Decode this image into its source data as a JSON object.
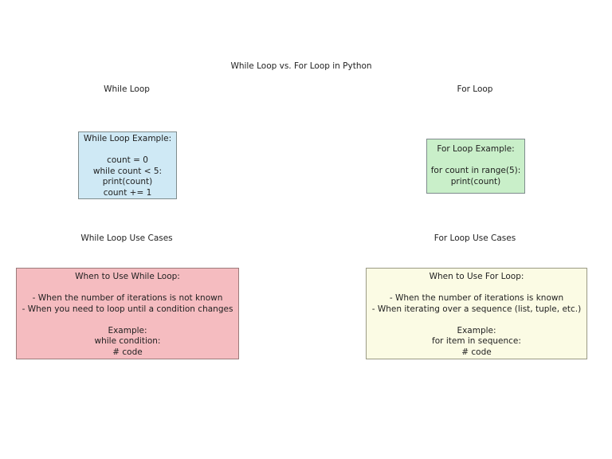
{
  "page": {
    "background": "#ffffff",
    "text_color": "#1f1f1f"
  },
  "title": "While Loop vs. For Loop in Python",
  "columns": {
    "while": {
      "header": "While Loop",
      "use_cases_header": "While Loop Use Cases"
    },
    "for": {
      "header": "For Loop",
      "use_cases_header": "For Loop Use Cases"
    }
  },
  "boxes": {
    "while_example": {
      "fill": "#cfe9f5",
      "border": "#7f8c8d",
      "lines": [
        "While Loop Example:",
        "",
        "count = 0",
        "while count < 5:",
        "print(count)",
        "count += 1"
      ]
    },
    "for_example": {
      "fill": "#c9efc9",
      "border": "#7f8c8d",
      "lines": [
        "For Loop Example:",
        "",
        "for count in range(5):",
        "print(count)"
      ]
    },
    "while_use_cases": {
      "fill": "#f5bcc0",
      "border": "#9c7b7b",
      "lines": [
        "When to Use While Loop:",
        "",
        "- When the number of iterations is not known",
        "- When you need to loop until a condition changes",
        "",
        "Example:",
        "while condition:",
        "# code"
      ]
    },
    "for_use_cases": {
      "fill": "#fbfbe4",
      "border": "#9a9a85",
      "lines": [
        "When to Use For Loop:",
        "",
        "- When the number of iterations is known",
        "- When iterating over a sequence (list, tuple, etc.)",
        "",
        "Example:",
        "for item in sequence:",
        "# code"
      ]
    }
  }
}
